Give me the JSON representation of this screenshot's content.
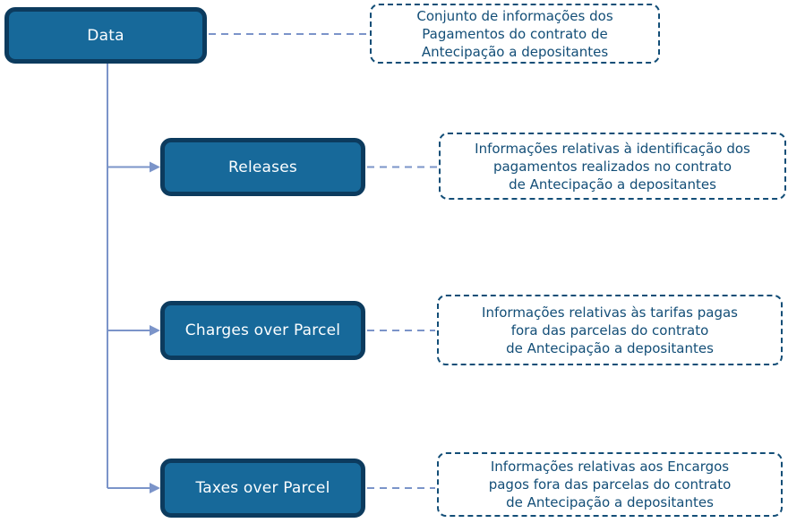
{
  "diagram_title": "Antecipação a depositantes payments data diagram",
  "nodes": [
    {
      "id": "data",
      "label": "Data"
    },
    {
      "id": "releases",
      "label": "Releases"
    },
    {
      "id": "charges-over-parcel",
      "label": "Charges over Parcel"
    },
    {
      "id": "taxes-over-parcel",
      "label": "Taxes over Parcel"
    }
  ],
  "annotations": [
    {
      "for": "data",
      "text": "Conjunto de informações dos\nPagamentos do contrato de\nAntecipação a depositantes"
    },
    {
      "for": "releases",
      "text": "Informações relativas à identificação dos\npagamentos realizados no contrato\nde Antecipação a depositantes"
    },
    {
      "for": "charges-over-parcel",
      "text": "Informações relativas às tarifas pagas\nfora das parcelas do contrato\nde Antecipação a depositantes"
    },
    {
      "for": "taxes-over-parcel",
      "text": "Informações relativas aos Encargos\npagos fora das parcelas do contrato\nde Antecipação a depositantes"
    }
  ],
  "colors": {
    "node_fill": "#17699A",
    "node_border": "#0C3B5E",
    "node_text": "#FCFEFF",
    "annotation_ink": "#134E77",
    "connector": "#7B94C9",
    "background": "#FFFFFF"
  }
}
